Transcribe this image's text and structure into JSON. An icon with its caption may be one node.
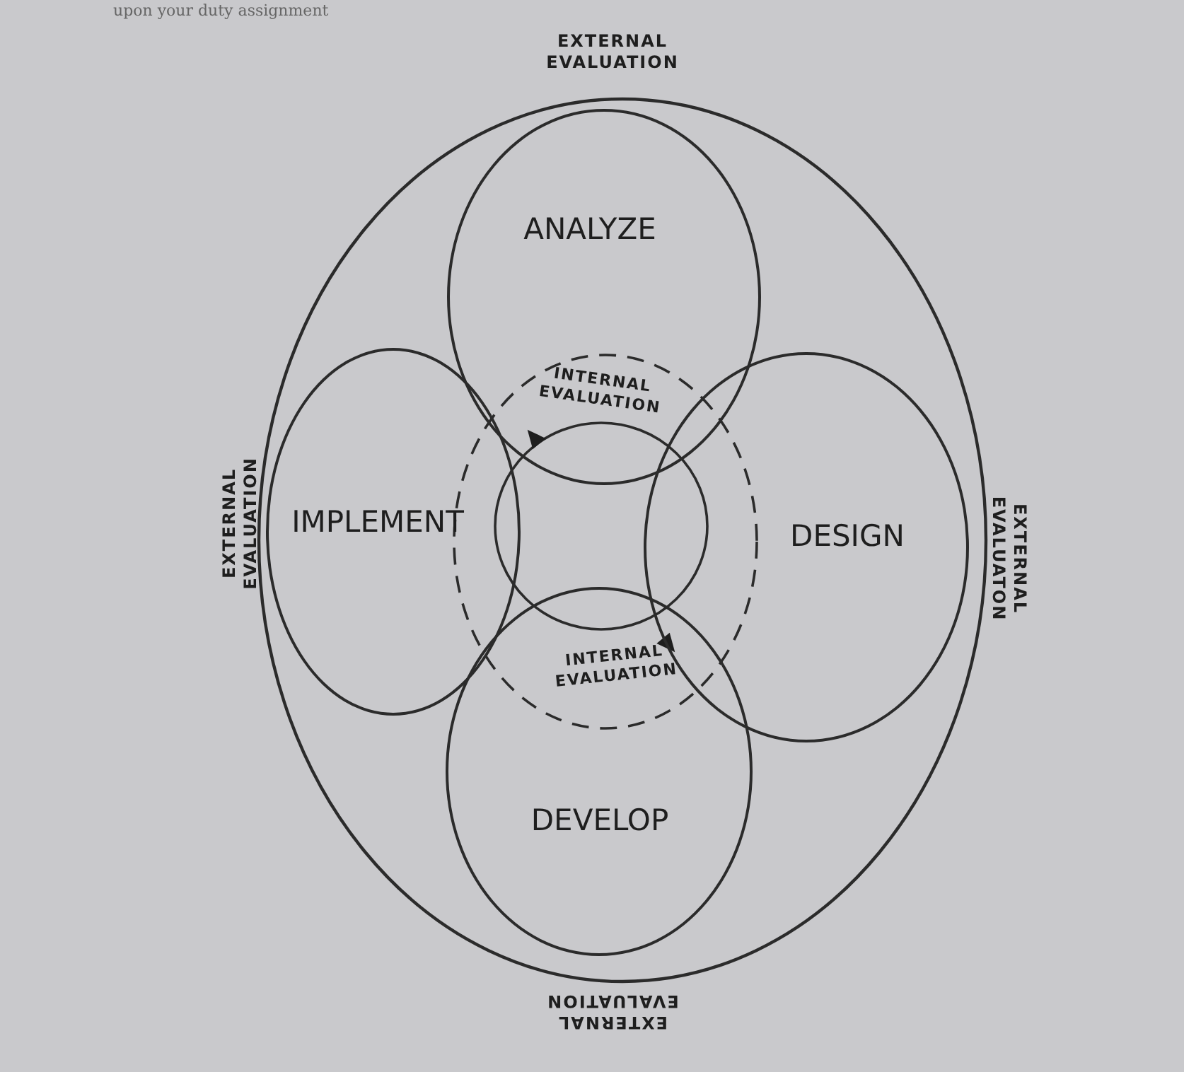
{
  "diagram": {
    "nodes": [
      {
        "text": [
          "ANALYZE"
        ]
      },
      {
        "text": [
          "IMPLEMENT"
        ]
      },
      {
        "text": [
          "DESIGN"
        ]
      },
      {
        "text": [
          "DEVELOP"
        ]
      }
    ],
    "labels": [
      "upon your duty assignment",
      "EXTERNAL EVALUATION",
      "EXTERNAL EVALUATION",
      "EXTERNAL EVALUATON",
      "INTERNAL EVALUATION",
      "INTERNAL EVALUATION",
      "EXTERNAL EVALUATION"
    ]
  }
}
